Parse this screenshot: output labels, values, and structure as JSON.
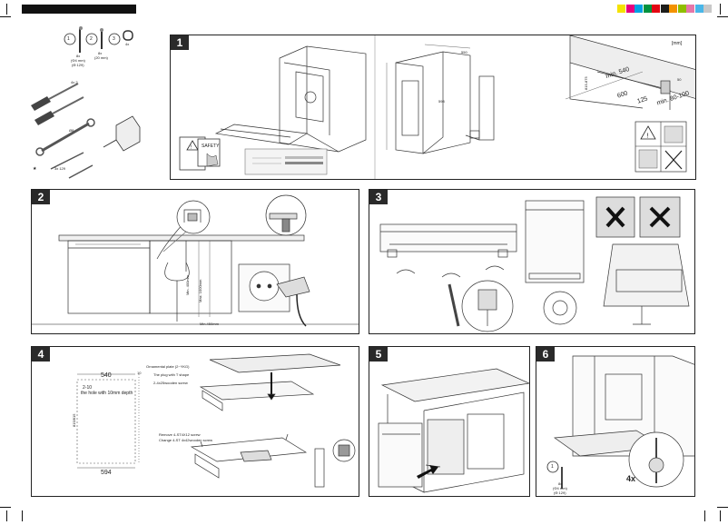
{
  "panels": [
    {
      "number": "1",
      "mm_unit": "[mm]"
    },
    {
      "number": "2"
    },
    {
      "number": "3"
    },
    {
      "number": "4"
    },
    {
      "number": "5"
    },
    {
      "number": "6"
    }
  ],
  "tools": {
    "screw1": {
      "id": "1",
      "qty": "8x",
      "spec1": "(Φ4 mm)",
      "spec2": "(Ɵ 129)"
    },
    "screw2": {
      "id": "2",
      "qty": "8x",
      "spec": "(20 mm)"
    },
    "clip3": {
      "id": "3",
      "qty": "4x"
    },
    "screwdriver_label": "4x 2",
    "wrench_label": "Ø8",
    "screw_label": "3x 129",
    "star": "★"
  },
  "panel1": {
    "safety_label": "SAFETY",
    "dims": {
      "depth": "550",
      "width": "598",
      "height_range": "815-875",
      "min_540": "min. 540",
      "d_600": "600",
      "d_125": "125",
      "d_80_100": "min. 80-100",
      "d_50": "50"
    }
  },
  "panel2": {
    "d_min_400": "Min. 400mm",
    "d_max_1000": "Max. 1000mm",
    "d_min_450": "Min.450mm"
  },
  "panel4": {
    "d_540": "540",
    "d_594": "594",
    "d_10": "10",
    "hole_line1": "2-10",
    "hole_line2": "the hole with 10mm depth",
    "side_dim": "815/815",
    "label_plate": "Ornamental plate (2~YKG)",
    "label_plug": "The plug with T shape",
    "label_screw": "2-4x25wooden screw",
    "label_remove": "Remove 4-ST4X12 screw",
    "label_change": "Change 4-ST 4x42wooden screw"
  },
  "panel6": {
    "qty": "4x",
    "screw_id": "1",
    "screw_qty": "8x",
    "screw_spec1": "(Φ4 mm)",
    "screw_spec2": "(Ɵ 129)"
  },
  "colors": {
    "swatches": [
      "#f4e200",
      "#e6007e",
      "#00a0e3",
      "#00923f",
      "#e30613",
      "#1d1d1b",
      "#f39200",
      "#8fbe00",
      "#e577a8",
      "#49b6e8",
      "#c8c8c8"
    ],
    "border": "#222222",
    "badge": "#2a2a2a"
  }
}
